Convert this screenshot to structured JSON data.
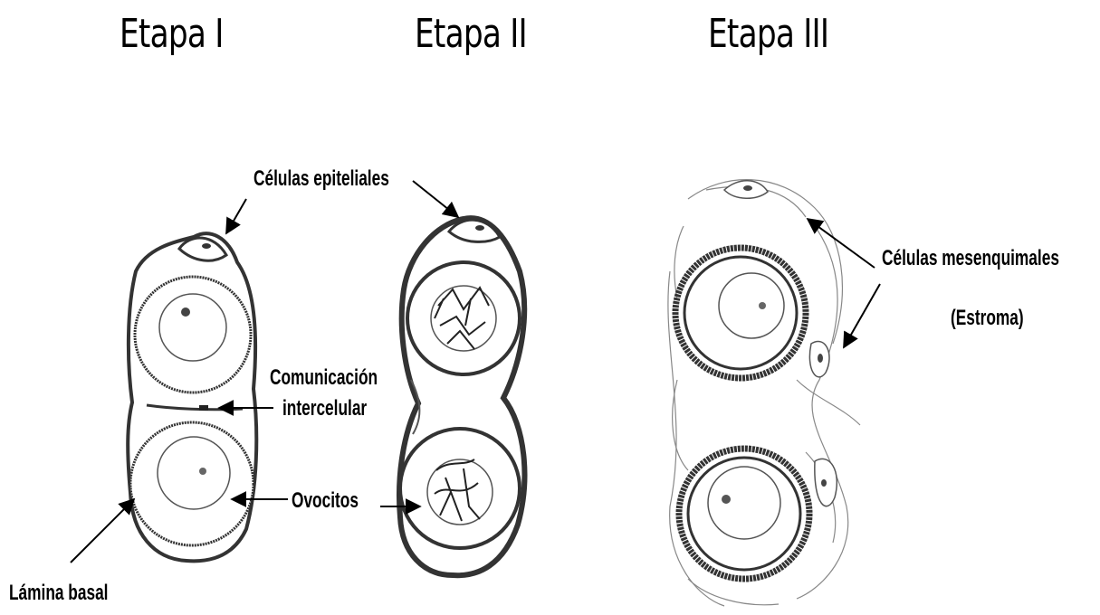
{
  "stages": {
    "stage1": "Etapa I",
    "stage2": "Etapa II",
    "stage3": "Etapa III"
  },
  "labels": {
    "epithelial_cells": "Células epiteliales",
    "intercellular_communication_line1": "Comunicación",
    "intercellular_communication_line2": "intercelular",
    "oocytes": "Ovocitos",
    "basal_lamina": "Lámina basal",
    "mesenchymal_cells": "Células mesenquimales",
    "stroma": "(Estroma)"
  }
}
